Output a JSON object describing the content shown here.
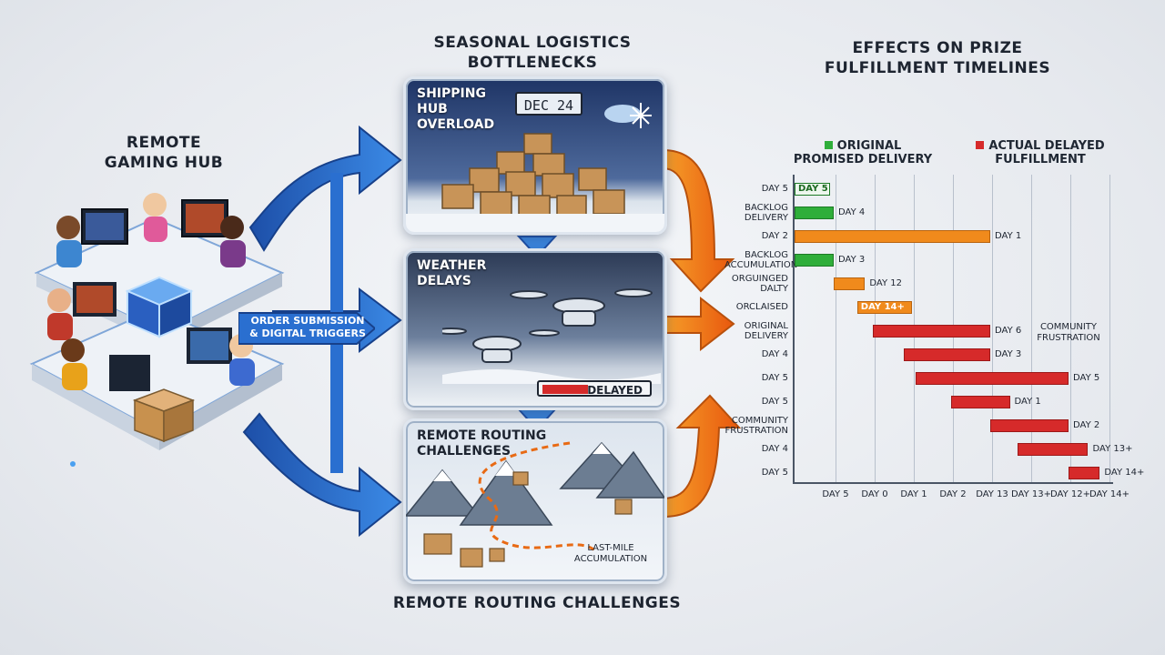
{
  "headings": {
    "center": "SEASONAL LOGISTICS BOTTLENECKS",
    "right": "EFFECTS ON PRIZE FULFILLMENT TIMELINES",
    "left": "REMOTE GAMING HUB",
    "bottom": "REMOTE ROUTING CHALLENGES"
  },
  "flow_label": "ORDER SUBMISSION & DIGITAL TRIGGERS",
  "panels": {
    "shipping": {
      "title": "SHIPPING HUB OVERLOAD",
      "date_sign": "DEC 24"
    },
    "weather": {
      "title": "WEATHER DELAYS",
      "status": "DELAYED"
    },
    "routing": {
      "title": "REMOTE ROUTING CHALLENGES",
      "note": "LAST-MILE ACCUMULATION"
    }
  },
  "colors": {
    "green": "#2fae3a",
    "orange": "#f08a1c",
    "red": "#d62a2a",
    "blue": "#2a6fd0"
  },
  "chart_data": {
    "type": "gantt",
    "legend": [
      {
        "label": "ORIGINAL PROMISED DELIVERY",
        "color": "#2fae3a"
      },
      {
        "label": "ACTUAL DELAYED FULFILLMENT",
        "color": "#d62a2a"
      }
    ],
    "x_ticks": [
      "DAY 5",
      "DAY 0",
      "DAY 1",
      "DAY 2",
      "DAY 13",
      "DAY 13+",
      "DAY 12+",
      "DAY 14+"
    ],
    "rows": [
      {
        "label": "DAY 5",
        "color": "green",
        "start": 0,
        "end": 0.9,
        "inner": "DAY 5",
        "end_label": ""
      },
      {
        "label": "BACKLOG DELIVERY",
        "color": "green",
        "start": 0,
        "end": 1.0,
        "inner": "",
        "end_label": "DAY 4"
      },
      {
        "label": "DAY 2",
        "color": "orange",
        "start": 0,
        "end": 5.0,
        "inner": "",
        "end_label": "DAY 1"
      },
      {
        "label": "BACKLOG ACCUMULATION",
        "color": "green",
        "start": 0,
        "end": 1.0,
        "inner": "",
        "end_label": "DAY 3"
      },
      {
        "label": "ORGUINGED DALTY",
        "color": "orange",
        "start": 1.0,
        "end": 1.8,
        "inner": "",
        "end_label": "DAY 12"
      },
      {
        "label": "ORCLAISED",
        "color": "orange",
        "start": 1.6,
        "end": 3.0,
        "inner": "DAY 14+",
        "end_label": ""
      },
      {
        "label": "ORIGINAL DELIVERY",
        "color": "red",
        "start": 2.0,
        "end": 5.0,
        "inner": "",
        "end_label": "DAY 6",
        "note": "COMMUNITY FRUSTRATION"
      },
      {
        "label": "DAY 4",
        "color": "red",
        "start": 2.8,
        "end": 5.0,
        "inner": "",
        "end_label": "DAY 3"
      },
      {
        "label": "DAY 5",
        "color": "red",
        "start": 3.1,
        "end": 7.0,
        "inner": "",
        "end_label": "DAY 5"
      },
      {
        "label": "DAY 5",
        "color": "red",
        "start": 4.0,
        "end": 5.5,
        "inner": "",
        "end_label": "DAY 1"
      },
      {
        "label": "COMMUNITY FRUSTRATION",
        "color": "red",
        "start": 5.0,
        "end": 7.0,
        "inner": "",
        "end_label": "DAY 2"
      },
      {
        "label": "DAY 4",
        "color": "red",
        "start": 5.7,
        "end": 7.5,
        "inner": "",
        "end_label": "DAY 13+"
      },
      {
        "label": "DAY 5",
        "color": "red",
        "start": 7.0,
        "end": 7.8,
        "inner": "",
        "end_label": "DAY 14+"
      }
    ]
  }
}
